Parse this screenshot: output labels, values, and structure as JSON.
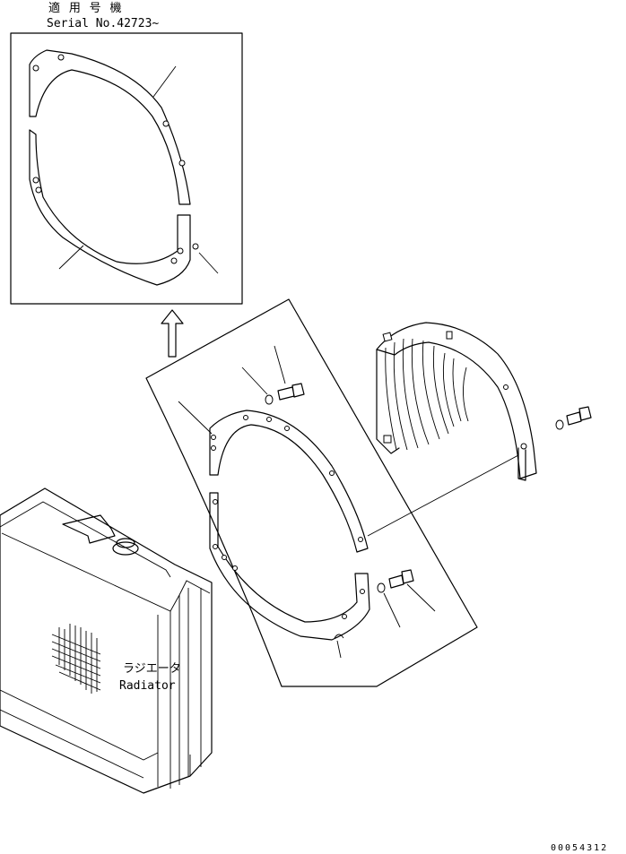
{
  "header": {
    "applicable_models_jp": "適 用 号 機",
    "serial_label": "Serial No.42723~"
  },
  "radiator": {
    "label_jp": "ラジエータ",
    "label_en": "Radiator"
  },
  "footer": {
    "drawing_number": "00054312"
  }
}
